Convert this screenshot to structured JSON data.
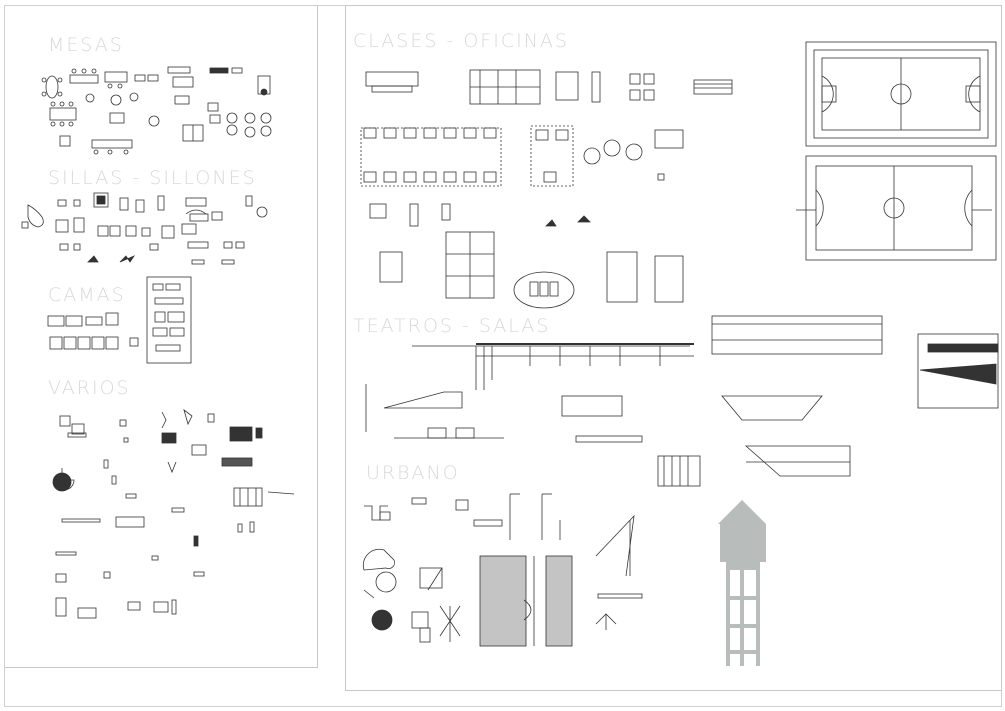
{
  "sheet_left": {
    "sections": {
      "mesas": "MESAS",
      "sillas": "SILLAS - SILLONES",
      "camas": "CAMAS",
      "varios": "VARIOS"
    }
  },
  "sheet_right": {
    "sections": {
      "clases": "CLASES - OFICINAS",
      "teatros": "TEATROS - SALAS",
      "urbano": "URBANO"
    }
  },
  "colors": {
    "title": "#d9d9d9",
    "line": "#333333",
    "water_tower": "#b8bcbb",
    "sheet_border": "#c8c8c8"
  },
  "icons": [
    "table-blocks",
    "chair-blocks",
    "bed-blocks",
    "misc-blocks",
    "office-blocks",
    "sports-court-plans",
    "theater-sections",
    "urban-blocks",
    "water-tower-elevation"
  ]
}
